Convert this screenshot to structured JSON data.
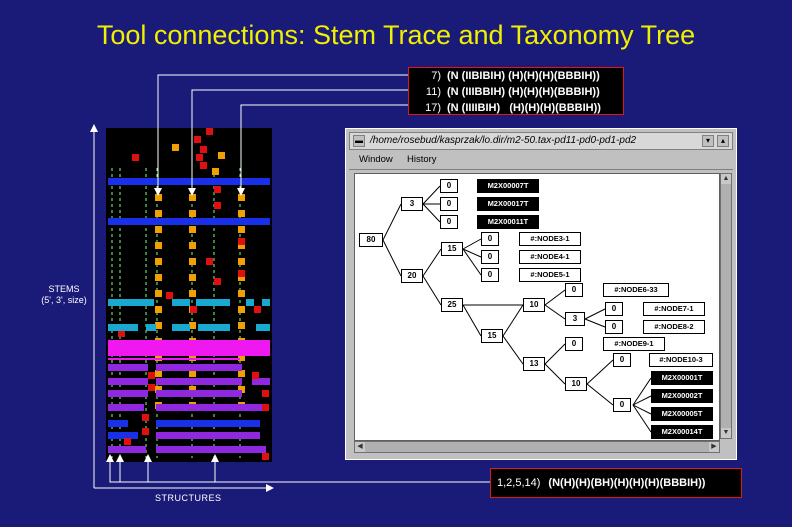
{
  "title": "Tool connections: Stem Trace and Taxonomy Tree",
  "top_legend": [
    {
      "idx": "7)",
      "expr": "(N (IIBIBIH) (H)(H)(H)(BBBIH))"
    },
    {
      "idx": "11)",
      "expr": "(N (IIIBBIH) (H)(H)(H)(BBBIH))"
    },
    {
      "idx": "17)",
      "expr": "(N (IIIIBIH)   (H)(H)(H)(BBBIH))"
    }
  ],
  "bottom_legend": {
    "idx": "1,2,5,14)",
    "expr": "(N(H)(H)(BH)(H)(H)(H)(BBBIH))"
  },
  "stems_label": [
    "STEMS",
    "(5', 3', size)"
  ],
  "structures_label": "STRUCTURES",
  "window": {
    "title": "/home/rosebud/kasprzak/lo.dir/m2-50.tax-pd11-pd0-pd1-pd2",
    "menu": [
      "Window",
      "History"
    ]
  },
  "tree": {
    "root": "80",
    "n3": "3",
    "n20": "20",
    "n15a": "15",
    "n25": "25",
    "n10a": "10",
    "n15b": "15",
    "n13": "13",
    "n10b": "10",
    "n3b": "3",
    "zero": "0",
    "leaves_a": [
      "M2X00007T",
      "M2X00017T",
      "M2X00011T"
    ],
    "nodes_b": [
      "#:NODE3-1",
      "#:NODE4-1",
      "#:NODE5-1"
    ],
    "node6": "#:NODE6-33",
    "nodes_c": [
      "#:NODE7-1",
      "#:NODE8-2"
    ],
    "node9": "#:NODE9-1",
    "node10": "#:NODE10-3",
    "leaves_d": [
      "M2X00001T",
      "M2X00002T",
      "M2X00005T",
      "M2X00014T"
    ]
  },
  "colors": {
    "background": "#1a1a78",
    "title": "#f0f000",
    "blue": "#1830e8",
    "cyan": "#18a8d0",
    "magenta": "#f018f0",
    "purple": "#9028e0",
    "orange": "#f0a000",
    "red": "#e01010",
    "guide": "#80ff80"
  }
}
